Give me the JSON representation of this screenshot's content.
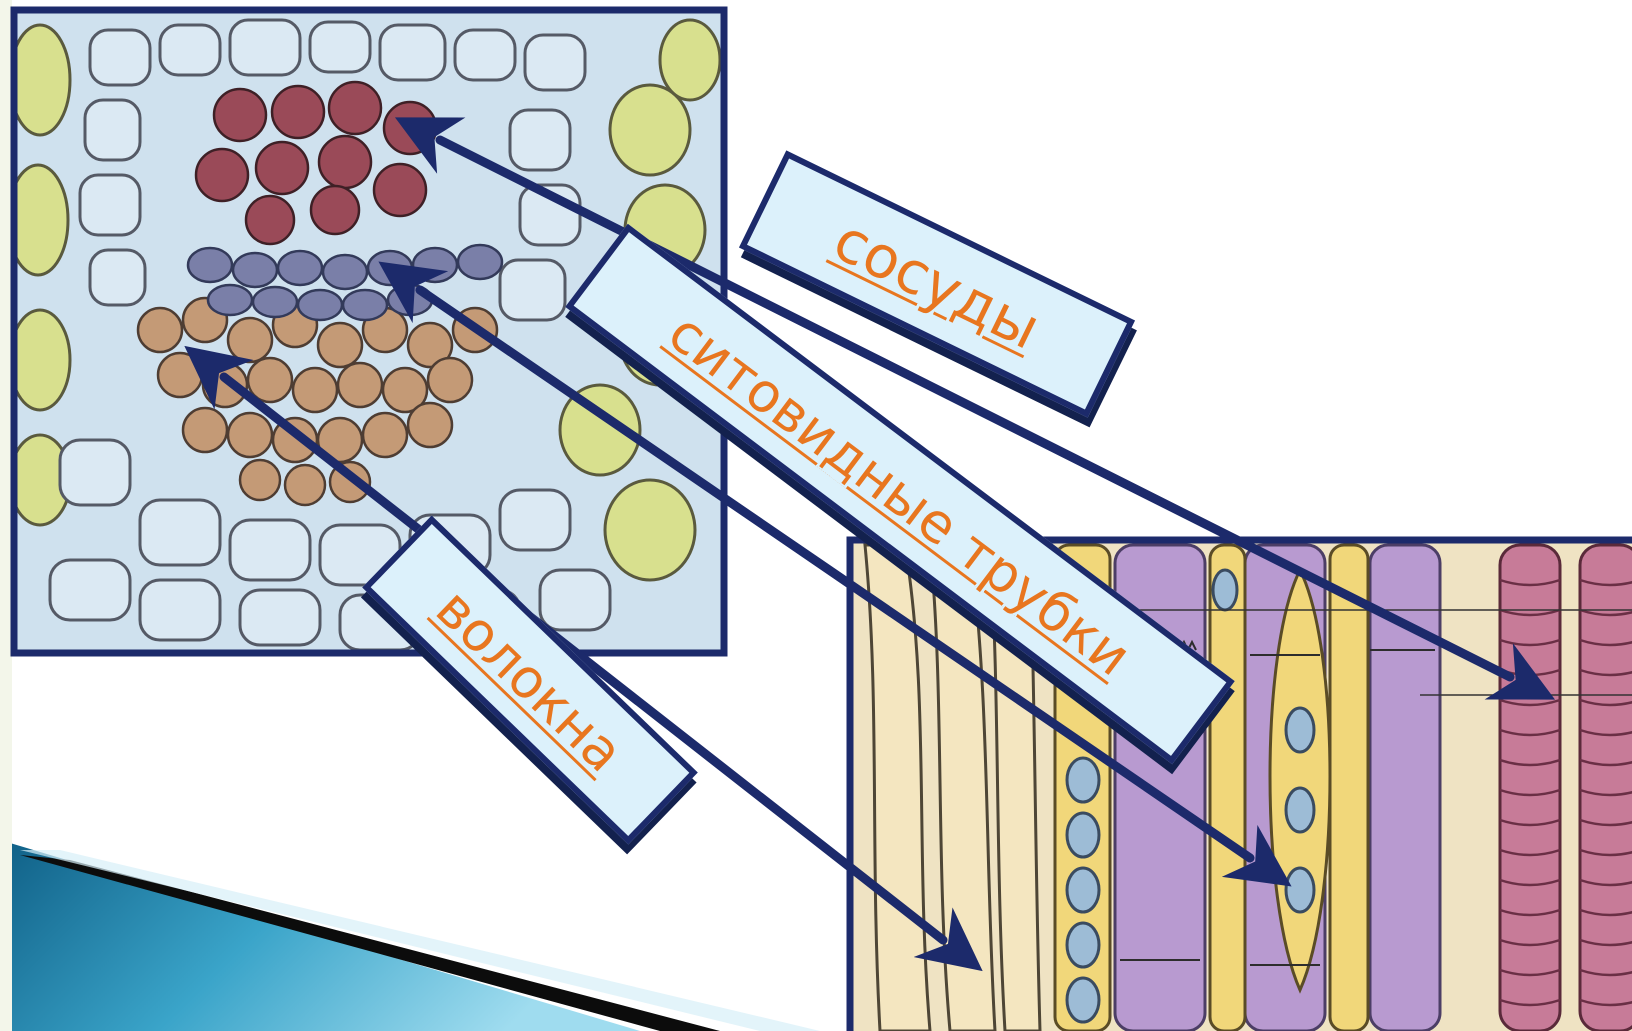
{
  "labels": {
    "vessels": "сосуды",
    "sieve_tubes": "ситовидные трубки",
    "fibers": "волокна"
  },
  "colors": {
    "frame": "#1c2a6b",
    "label_text": "#e8761f",
    "label_fill": "#dcf1fb",
    "vessel_cells": "#9a4a58",
    "sieve_cells": "#7a7fa8",
    "fiber_cells": "#b98a6a",
    "parenchyma": "#cfe1ee",
    "chlorenchyma": "#d8e08e",
    "longitudinal_purple": "#b89ad0",
    "longitudinal_yellow": "#f1d77a",
    "spiral_vessel": "#c77b98",
    "slide_accent": "#1e88b8"
  }
}
